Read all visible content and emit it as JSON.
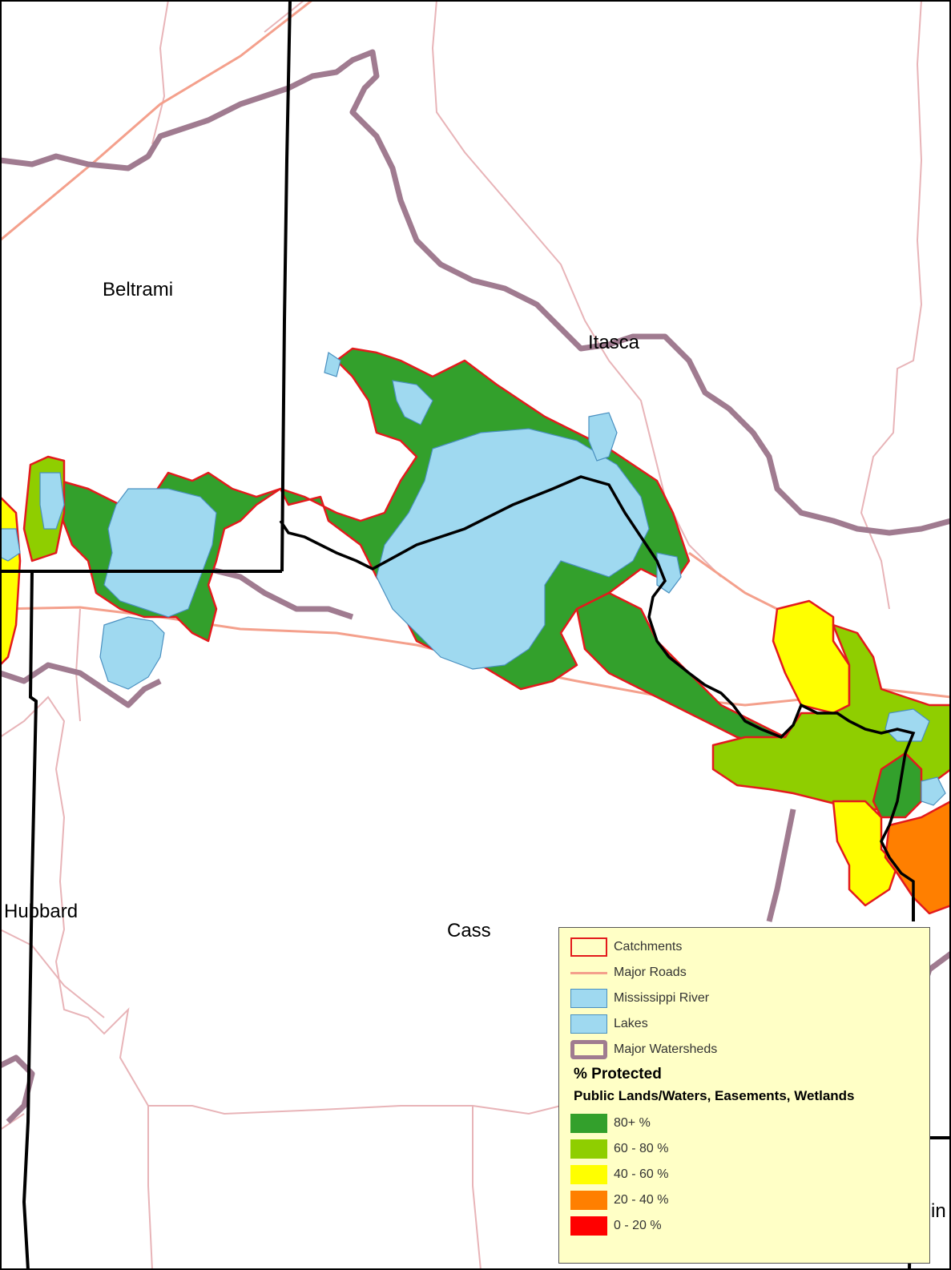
{
  "counties": {
    "beltrami": "Beltrami",
    "itasca": "Itasca",
    "hubbard": "Hubbard",
    "cass": "Cass",
    "partial_right": "in"
  },
  "legend": {
    "items": [
      {
        "key": "catchments",
        "label": "Catchments",
        "swatch": "outline",
        "fill": "#ffffc6",
        "stroke": "#e31a1c"
      },
      {
        "key": "roads",
        "label": "Major Roads",
        "swatch": "line",
        "stroke": "#f4a08c"
      },
      {
        "key": "river",
        "label": "Mississippi River",
        "swatch": "fill",
        "fill": "#9fd9f0",
        "stroke": "#4a90c0"
      },
      {
        "key": "lakes",
        "label": "Lakes",
        "swatch": "fill",
        "fill": "#9fd9f0",
        "stroke": "#4a90c0"
      },
      {
        "key": "watersheds",
        "label": "Major Watersheds",
        "swatch": "thick-outline",
        "fill": "#ffffc6",
        "stroke": "#a07b90"
      }
    ],
    "heading": "%  Protected",
    "subheading": "Public Lands/Waters, Easements, Wetlands",
    "classes": [
      {
        "label": "80+ %",
        "color": "#33a02c"
      },
      {
        "label": "60 - 80 %",
        "color": "#8fce00"
      },
      {
        "label": "40 - 60 %",
        "color": "#ffff00"
      },
      {
        "label": "20 - 40 %",
        "color": "#ff7f00"
      },
      {
        "label": "0 - 20 %",
        "color": "#ff0000"
      }
    ]
  },
  "colors": {
    "water": "#9fd9f0",
    "catchment_border": "#e31a1c",
    "road": "#f4a08c",
    "watershed": "#a07b90",
    "minor_road": "#e8b4b8",
    "county_line": "#000000"
  }
}
